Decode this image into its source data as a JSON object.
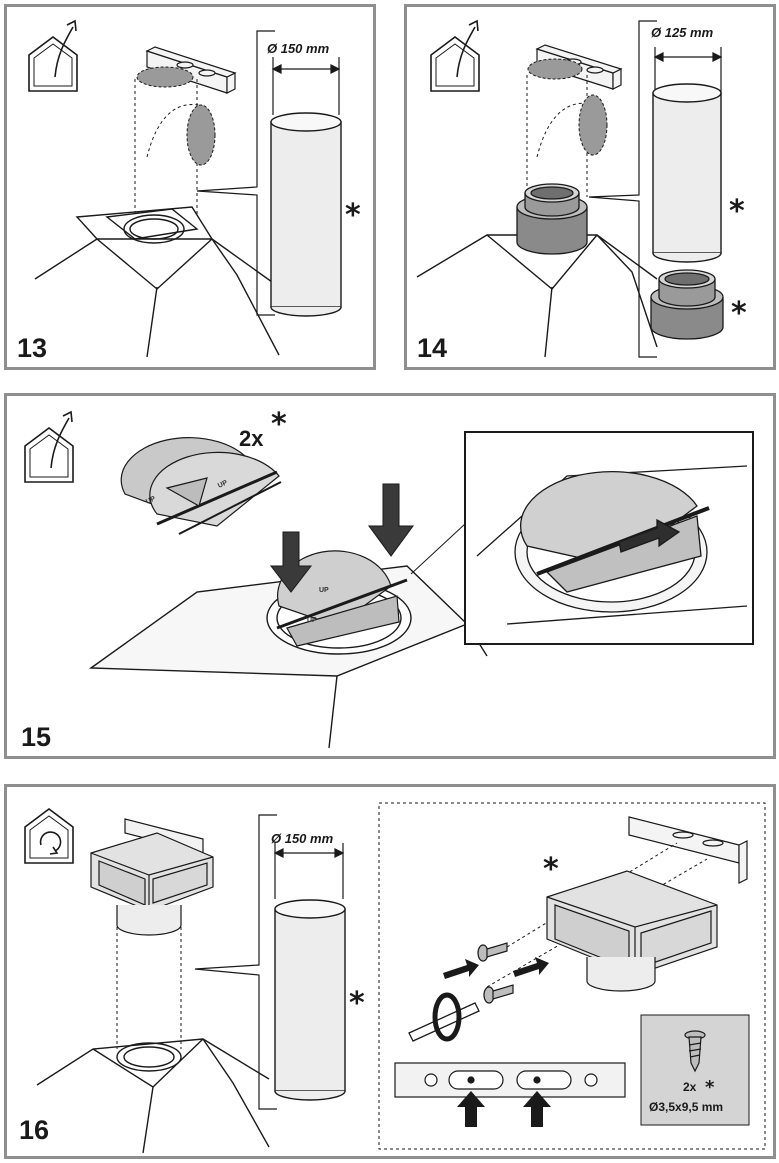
{
  "panels": [
    {
      "step": "13",
      "mode_icon": "ducted-exhaust-house-icon",
      "duct_diameter": "Ø 150 mm",
      "optional_mark": "*"
    },
    {
      "step": "14",
      "mode_icon": "ducted-exhaust-house-icon",
      "duct_diameter": "Ø 125 mm",
      "optional_marks": [
        "*",
        "*"
      ]
    },
    {
      "step": "15",
      "mode_icon": "ducted-exhaust-house-icon",
      "quantity": "2x",
      "optional_mark": "*",
      "flap_labels": [
        "UP",
        "UP",
        "UP",
        "UP"
      ]
    },
    {
      "step": "16",
      "mode_icon": "recirculation-house-icon",
      "duct_diameter": "Ø 150 mm",
      "optional_marks": [
        "*",
        "*"
      ],
      "screw_quantity": "2x",
      "screw_optional_mark": "*",
      "screw_size": "Ø3,5x9,5 mm"
    }
  ],
  "colors": {
    "panel_border": "#8f8f8f",
    "line": "#1a1a1a",
    "grey_fill": "#9a9a9a",
    "light_fill": "#e6e6e6",
    "detail_box": "#d4d4d4"
  }
}
